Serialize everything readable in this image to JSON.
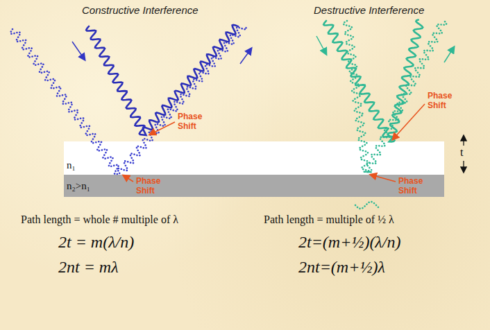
{
  "diagram": {
    "nodes": [
      {
        "text": [
          "n₁"
        ]
      },
      {
        "text": [
          "n₂>n₁"
        ]
      }
    ],
    "labels": [
      "Constructive Interference",
      "Destructive Interference",
      "Phase Shift",
      "Phase Shift",
      "Phase Shift",
      "Phase Shift",
      "t",
      "Path length = whole # multiple of λ",
      "2t = m(λ/n)",
      "2nt = mλ",
      "Path length = multiple of ½ λ",
      "2t=(m+½)(λ/n)",
      "2nt=(m+½)λ"
    ]
  }
}
